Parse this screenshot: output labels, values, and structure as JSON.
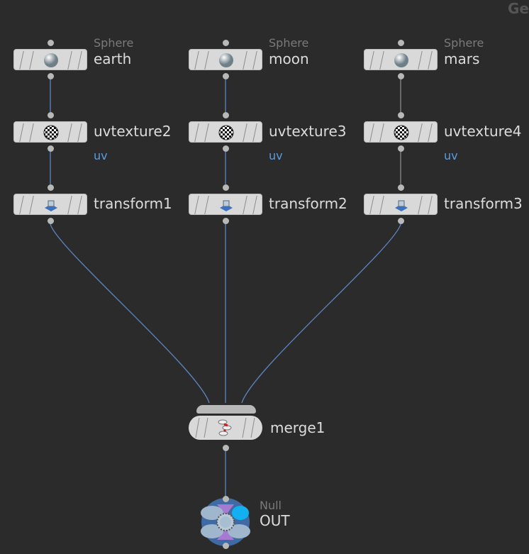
{
  "header": {
    "context_label": "Ge"
  },
  "nodes": [
    {
      "type": "Sphere",
      "name": "earth",
      "icon": "sphere-icon"
    },
    {
      "type": "Sphere",
      "name": "moon",
      "icon": "sphere-icon"
    },
    {
      "type": "Sphere",
      "name": "mars",
      "icon": "sphere-icon"
    },
    {
      "type": "",
      "name": "uvtexture2",
      "flag": "uv",
      "icon": "checker-sphere-icon"
    },
    {
      "type": "",
      "name": "uvtexture3",
      "flag": "uv",
      "icon": "checker-sphere-icon"
    },
    {
      "type": "",
      "name": "uvtexture4",
      "flag": "uv",
      "icon": "checker-sphere-icon"
    },
    {
      "type": "",
      "name": "transform1",
      "icon": "transform-icon"
    },
    {
      "type": "",
      "name": "transform2",
      "icon": "transform-icon"
    },
    {
      "type": "",
      "name": "transform3",
      "icon": "transform-icon"
    }
  ],
  "merge": {
    "name": "merge1",
    "icon": "merge-icon"
  },
  "output": {
    "type": "Null",
    "name": "OUT",
    "icon": "null-icon"
  },
  "colors": {
    "background": "#2b2b2b",
    "wire": "#5d86c4",
    "wire_inactive": "#8a8a8a",
    "flag": "#5d9bdc",
    "node": "#d9d9d9"
  }
}
